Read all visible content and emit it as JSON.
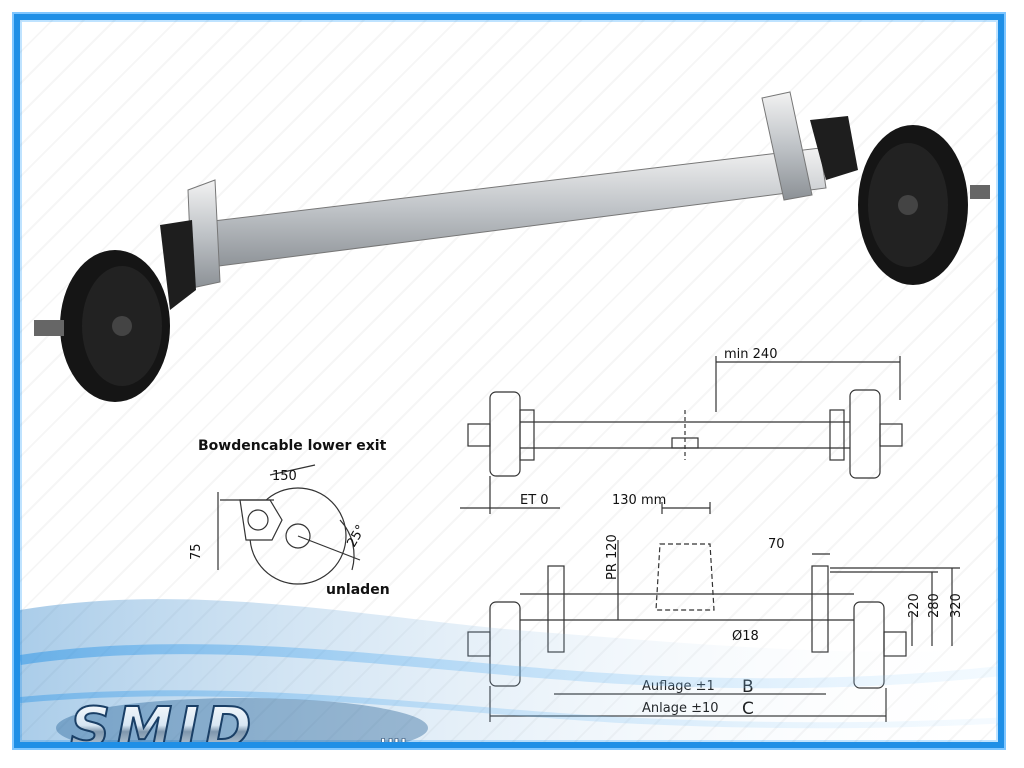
{
  "brand": {
    "logo_text": "SMID",
    "logo_suffix": ".HU",
    "accent": "#1f8fe6"
  },
  "labels": {
    "bowden": "Bowdencable lower exit",
    "unladen": "unladen",
    "min_240": "min 240",
    "et": "ET 0",
    "mm130": "130 mm",
    "pr120": "PR 120",
    "d70": "70",
    "phi18": "Ø18",
    "auflage": "Auflage ±1",
    "anlage": "Anlage ±10",
    "letter_b": "B",
    "letter_c": "C",
    "d150": "150",
    "d75": "75",
    "angle25": "25°",
    "h220": "220",
    "h280": "280",
    "h320": "320"
  }
}
